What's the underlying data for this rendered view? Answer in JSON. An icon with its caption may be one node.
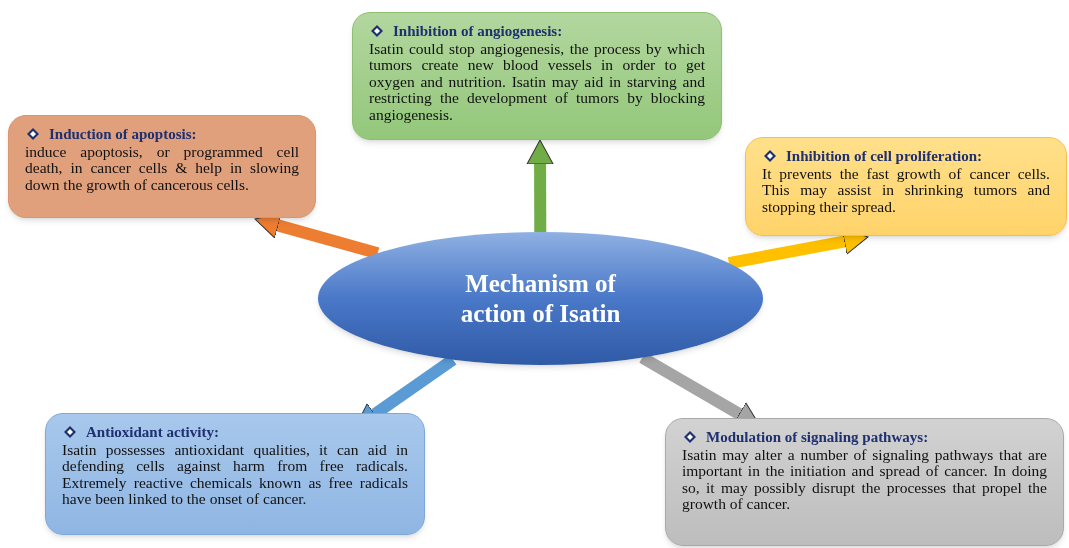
{
  "diagram": {
    "nodes": [
      {
        "text": [
          "Inhibition of angiogenesis:",
          "Isatin could stop angiogenesis, the process by which tumors create new blood vessels in order to get oxygen and nutrition. Isatin may aid in starving and restricting the development of tumors by blocking angiogenesis."
        ]
      },
      {
        "text": [
          "Induction of apoptosis:",
          "induce apoptosis, or programmed cell death, in cancer cells & help in slowing down the growth of cancerous cells."
        ]
      },
      {
        "text": [
          "Inhibition of cell proliferation:",
          "It prevents the fast growth of cancer cells. This may assist in shrinking tumors and stopping their spread."
        ]
      },
      {
        "text": [
          "Mechanism of action of Isatin"
        ]
      },
      {
        "text": [
          "Antioxidant activity:",
          "Isatin possesses antioxidant qualities, it can aid in defending cells against harm from free radicals. Extremely reactive chemicals known as free radicals have been linked to the onset of cancer."
        ]
      },
      {
        "text": [
          "Modulation of signaling pathways:",
          "Isatin may alter a number of signaling pathways that are important in the initiation and spread of cancer. In doing so, it may possibly disrupt the processes that propel the growth of cancer."
        ]
      }
    ],
    "edges": [
      {
        "from": 3,
        "to": 0,
        "arrow": "to",
        "color": "#70ad47"
      },
      {
        "from": 3,
        "to": 1,
        "arrow": "to",
        "color": "#ed7d31"
      },
      {
        "from": 3,
        "to": 2,
        "arrow": "to",
        "color": "#ffc000"
      },
      {
        "from": 3,
        "to": 4,
        "arrow": "to",
        "color": "#5b9bd5"
      },
      {
        "from": 3,
        "to": 5,
        "arrow": "to",
        "color": "#a5a5a5"
      }
    ]
  }
}
